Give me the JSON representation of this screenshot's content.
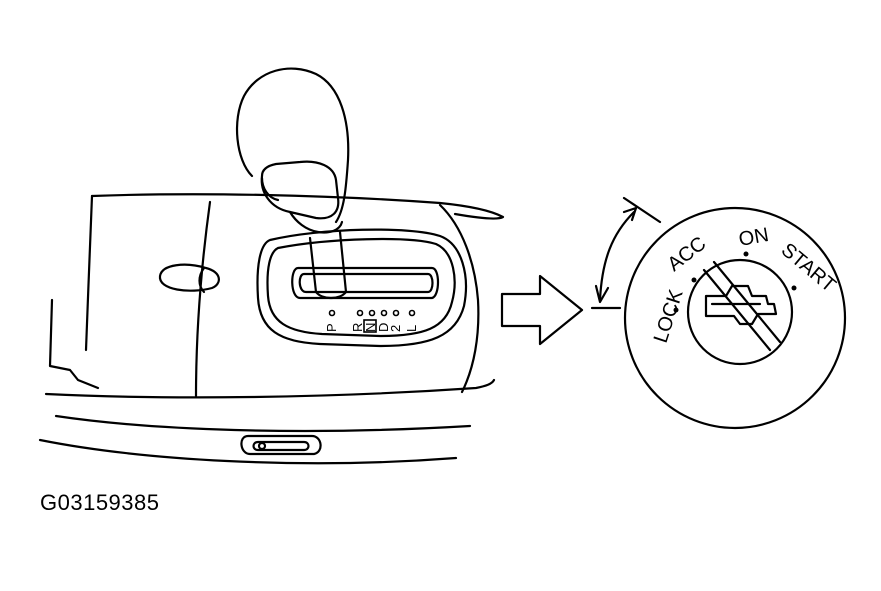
{
  "figure_id": "G03159385",
  "shifter": {
    "positions": [
      "P",
      "R",
      "N",
      "D",
      "2",
      "L"
    ]
  },
  "ignition": {
    "positions": [
      "LOCK",
      "ACC",
      "ON",
      "START"
    ]
  },
  "colors": {
    "line": "#000000",
    "background": "#ffffff"
  }
}
